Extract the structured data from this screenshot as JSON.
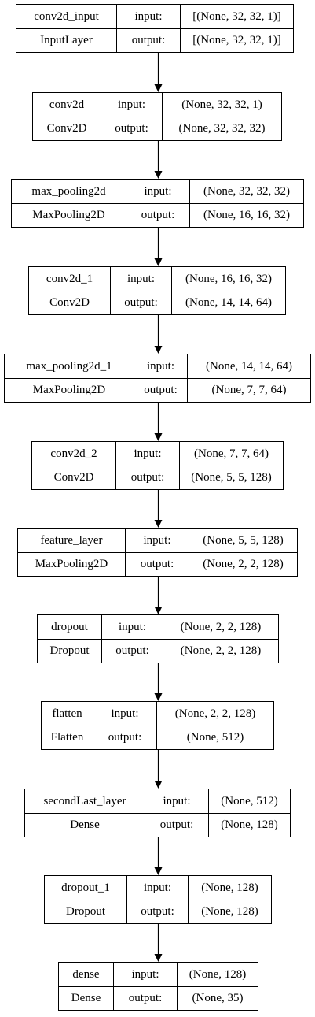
{
  "diagram": {
    "port_labels": {
      "input": "input:",
      "output": "output:"
    },
    "layers": [
      {
        "name": "conv2d_input",
        "type": "InputLayer",
        "input": "[(None, 32, 32, 1)]",
        "output": "[(None, 32, 32, 1)]"
      },
      {
        "name": "conv2d",
        "type": "Conv2D",
        "input": "(None, 32, 32, 1)",
        "output": "(None, 32, 32, 32)"
      },
      {
        "name": "max_pooling2d",
        "type": "MaxPooling2D",
        "input": "(None, 32, 32, 32)",
        "output": "(None, 16, 16, 32)"
      },
      {
        "name": "conv2d_1",
        "type": "Conv2D",
        "input": "(None, 16, 16, 32)",
        "output": "(None, 14, 14, 64)"
      },
      {
        "name": "max_pooling2d_1",
        "type": "MaxPooling2D",
        "input": "(None, 14, 14, 64)",
        "output": "(None, 7, 7, 64)"
      },
      {
        "name": "conv2d_2",
        "type": "Conv2D",
        "input": "(None, 7, 7, 64)",
        "output": "(None, 5, 5, 128)"
      },
      {
        "name": "feature_layer",
        "type": "MaxPooling2D",
        "input": "(None, 5, 5, 128)",
        "output": "(None, 2, 2, 128)"
      },
      {
        "name": "dropout",
        "type": "Dropout",
        "input": "(None, 2, 2, 128)",
        "output": "(None, 2, 2, 128)"
      },
      {
        "name": "flatten",
        "type": "Flatten",
        "input": "(None, 2, 2, 128)",
        "output": "(None, 512)"
      },
      {
        "name": "secondLast_layer",
        "type": "Dense",
        "input": "(None, 512)",
        "output": "(None, 128)"
      },
      {
        "name": "dropout_1",
        "type": "Dropout",
        "input": "(None, 128)",
        "output": "(None, 128)"
      },
      {
        "name": "dense",
        "type": "Dense",
        "input": "(None, 128)",
        "output": "(None, 35)"
      }
    ]
  }
}
